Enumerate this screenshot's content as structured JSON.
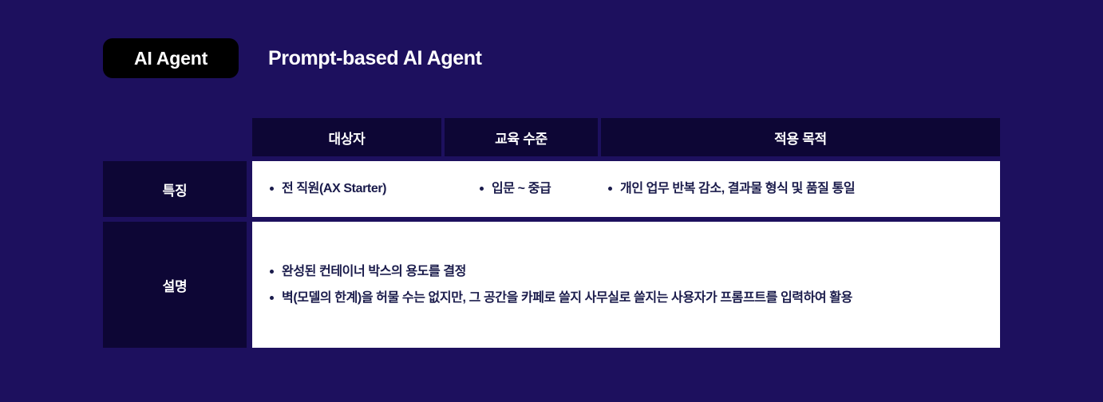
{
  "header": {
    "badge_label": "AI Agent",
    "title": "Prompt-based AI Agent"
  },
  "colors": {
    "page_background": "#1d105e",
    "badge_background": "#000000",
    "cell_dark": "#0d0635",
    "cell_light": "#ffffff",
    "text_light": "#ffffff",
    "text_dark": "#1a1b4b"
  },
  "table": {
    "columns": [
      {
        "label": "대상자"
      },
      {
        "label": "교육 수준"
      },
      {
        "label": "적용 목적"
      }
    ],
    "rows": [
      {
        "label": "특징",
        "layout": "inline",
        "cells": [
          "전 직원(AX Starter)",
          "입문 ~ 중급",
          "개인 업무 반복 감소, 결과물 형식 및 품질 통일"
        ]
      },
      {
        "label": "설명",
        "layout": "stacked",
        "bullets": [
          "완성된 컨테이너 박스의 용도를 결정",
          "벽(모델의 한계)을 허물 수는 없지만, 그 공간을 카페로 쓸지 사무실로 쓸지는 사용자가 프롬프트를 입력하여 활용"
        ]
      }
    ]
  }
}
